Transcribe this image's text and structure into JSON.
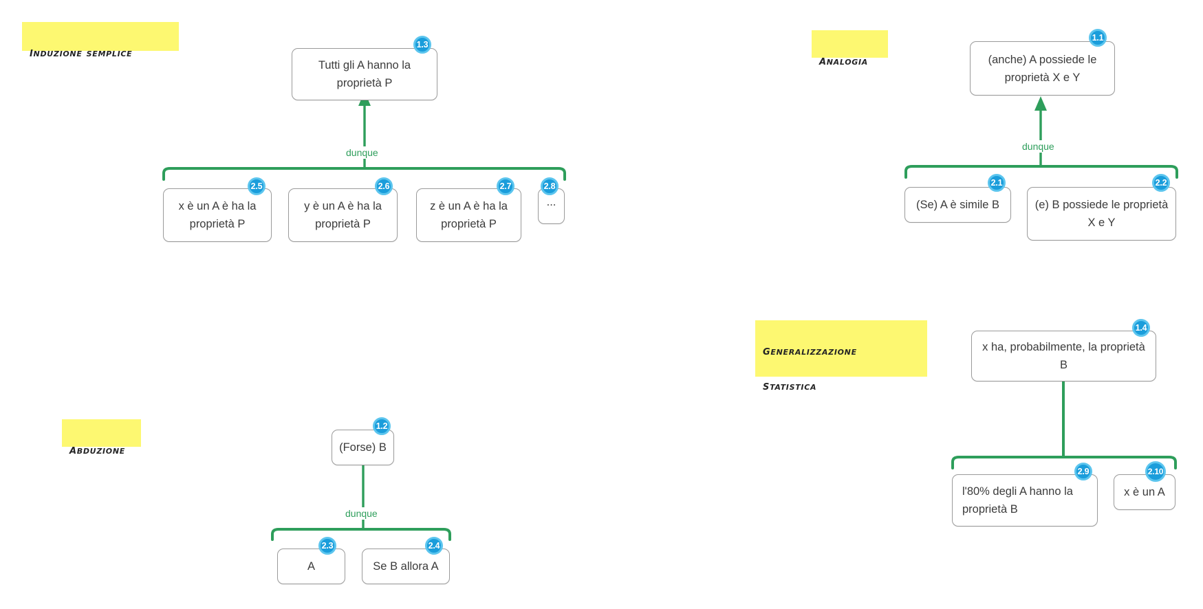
{
  "page": {
    "background": "#ffffff",
    "accent_green": "#2e9e5b",
    "badge_fill": "#1a9ddb",
    "badge_ring": "#5cc5ee",
    "highlight_yellow": "#fdf871",
    "node_border": "#9a9a9a"
  },
  "sections": {
    "induzione": {
      "title_line1": "Induzione",
      "title_line2": "semplice",
      "connector_label": "dunque"
    },
    "analogia": {
      "title_line1": "Analogia",
      "title_line2": "",
      "connector_label": "dunque"
    },
    "abduzione": {
      "title_line1": "Abduzione",
      "title_line2": "",
      "connector_label": "dunque"
    },
    "generalizzazione": {
      "title_line1": "Generalizzazione",
      "title_line2": "statistica",
      "connector_label": ""
    }
  },
  "nodes": {
    "n11": {
      "id": "1.1",
      "text": "(anche) A possiede le proprietà X e Y"
    },
    "n12": {
      "id": "1.2",
      "text": "(Forse) B"
    },
    "n13": {
      "id": "1.3",
      "text": "Tutti gli A hanno la proprietà P"
    },
    "n14": {
      "id": "1.4",
      "text": "x ha, probabilmente, la proprietà B"
    },
    "n21": {
      "id": "2.1",
      "text": "(Se) A è simile B"
    },
    "n22": {
      "id": "2.2",
      "text": "(e) B possiede le proprietà X e Y"
    },
    "n23": {
      "id": "2.3",
      "text": "A"
    },
    "n24": {
      "id": "2.4",
      "text": "Se B allora A"
    },
    "n25": {
      "id": "2.5",
      "text": "x è un A è ha la proprietà P"
    },
    "n26": {
      "id": "2.6",
      "text": "y è un A è ha la proprietà P"
    },
    "n27": {
      "id": "2.7",
      "text": "z è un A è ha la proprietà P"
    },
    "n28": {
      "id": "2.8",
      "text": "..."
    },
    "n29": {
      "id": "2.9",
      "text": "l'80% degli A hanno la proprietà B"
    },
    "n210": {
      "id": "2.10",
      "text": "x è un A"
    }
  }
}
